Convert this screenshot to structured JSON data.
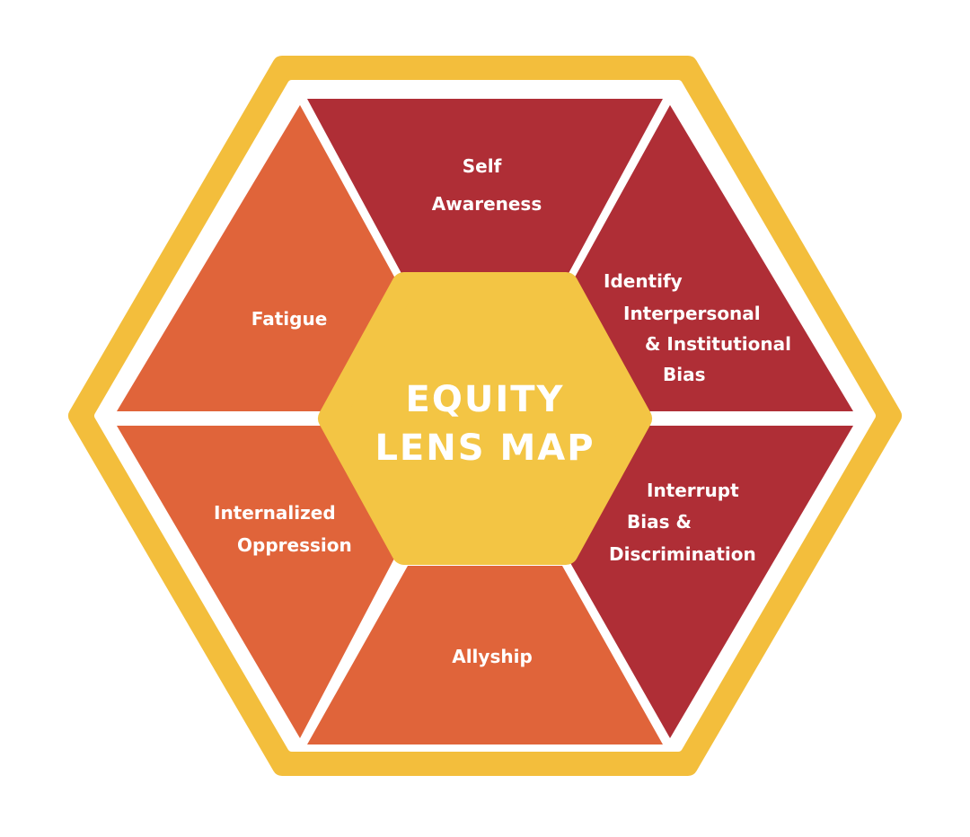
{
  "center": {
    "line1": "EQUITY",
    "line2": "LENS MAP"
  },
  "segments": {
    "self_awareness": {
      "lines": [
        "Self",
        "Awareness"
      ]
    },
    "identify_bias": {
      "lines": [
        "Identify",
        "Interpersonal",
        "& Institutional",
        "Bias"
      ]
    },
    "interrupt_bias": {
      "lines": [
        "Interrupt",
        "Bias &",
        "Discrimination"
      ]
    },
    "allyship": {
      "lines": [
        "Allyship"
      ]
    },
    "internalized_oppression": {
      "lines": [
        "Internalized",
        "Oppression"
      ]
    },
    "fatigue": {
      "lines": [
        "Fatigue"
      ]
    }
  },
  "colors": {
    "outer_ring": "#F3BE3C",
    "gap": "#FFFFFF",
    "dark_red": "#AF2E36",
    "orange": "#E0643A",
    "center": "#F3C544"
  }
}
